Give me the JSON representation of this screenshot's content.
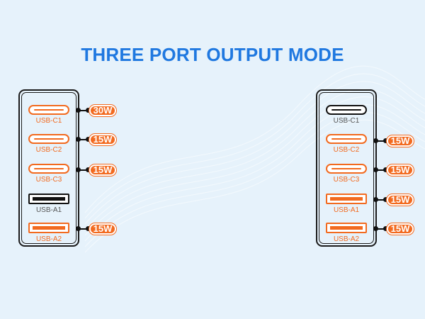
{
  "title": "THREE PORT OUTPUT MODE",
  "colors": {
    "accent": "#f26a1f",
    "title": "#1f78e0",
    "background": "#e6f2fb",
    "outline": "#1b1b1b"
  },
  "left_mode": {
    "ports": [
      {
        "label": "USB-C1",
        "type": "usb-c",
        "active": true,
        "output": "30W"
      },
      {
        "label": "USB-C2",
        "type": "usb-c",
        "active": true,
        "output": "15W"
      },
      {
        "label": "USB-C3",
        "type": "usb-c",
        "active": true,
        "output": "15W"
      },
      {
        "label": "USB-A1",
        "type": "usb-a",
        "active": false,
        "output": ""
      },
      {
        "label": "USB-A2",
        "type": "usb-a",
        "active": true,
        "output": "15W"
      }
    ]
  },
  "right_mode": {
    "ports": [
      {
        "label": "USB-C1",
        "type": "usb-c",
        "active": false,
        "output": ""
      },
      {
        "label": "USB-C2",
        "type": "usb-c",
        "active": true,
        "output": "15W"
      },
      {
        "label": "USB-C3",
        "type": "usb-c",
        "active": true,
        "output": "15W"
      },
      {
        "label": "USB-A1",
        "type": "usb-a",
        "active": true,
        "output": "15W"
      },
      {
        "label": "USB-A2",
        "type": "usb-a",
        "active": true,
        "output": "15W"
      }
    ]
  }
}
